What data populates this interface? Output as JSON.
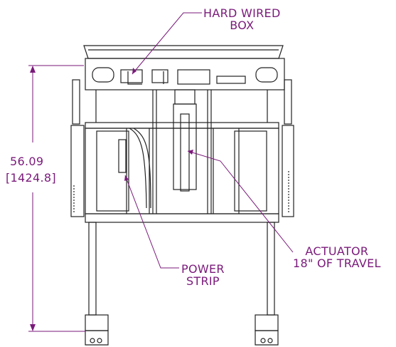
{
  "callouts": {
    "hard_wired_box": [
      "HARD WIRED",
      "BOX"
    ],
    "power_strip": [
      "POWER",
      "STRIP"
    ],
    "actuator": [
      "ACTUATOR",
      "18\" OF TRAVEL"
    ]
  },
  "dimension": {
    "imperial": "56.09",
    "metric": "1424.8"
  },
  "colors": {
    "callout": "#7a1a7a",
    "drawing": "#222222"
  }
}
